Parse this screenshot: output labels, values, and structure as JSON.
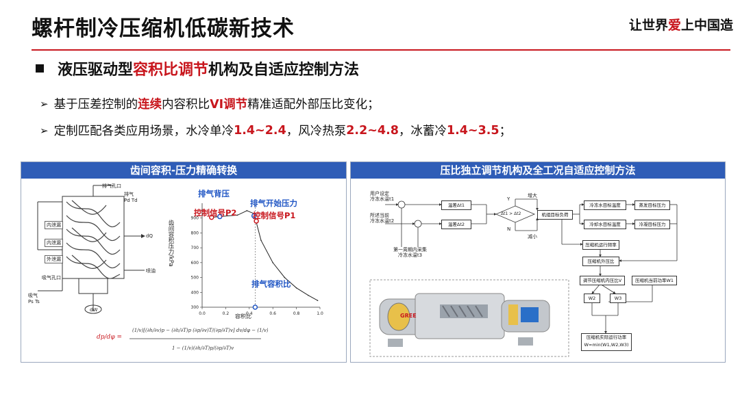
{
  "header": {
    "title": "螺杆制冷压缩机低碳新技术",
    "logo_parts": [
      "让世界",
      "爱",
      "上中国造"
    ]
  },
  "section": {
    "pre": "液压驱动型",
    "highlight": "容积比调节",
    "post": "机构及自适应控制方法"
  },
  "bullets": {
    "b1": {
      "t1": "基于压差控制的",
      "t2": "连续",
      "t3": "内容积比",
      "t4": "VI调节",
      "t5": "精准适配外部压比变化；"
    },
    "b2": {
      "t1": "定制匹配各类应用场景，水冷单冷",
      "v1": "1.4~2.4",
      "t2": "，风冷热泵",
      "v2": "2.2~4.8",
      "t3": "，冰蓄冷",
      "v3": "1.4~3.5",
      "t4": "；"
    }
  },
  "left_panel": {
    "title": "齿间容积-压力精确转换",
    "diagram_labels": {
      "exhaust_port": "排气孔口",
      "exhaust": "排气",
      "pd_td": "Pd Td",
      "inner_leak": "内泄漏",
      "outer_leak": "外泄漏",
      "dq": "dQ",
      "oil_inject": "喷油",
      "suction_port": "吸气孔口",
      "suction": "吸气",
      "ps_ts": "Ps Ts",
      "dw": "dW"
    },
    "annotations": {
      "exhaust_back": "排气背压",
      "exhaust_start": "排气开始压力",
      "signal_p2": "控制信号P2",
      "signal_p1": "控制信号P1",
      "exhaust_volume": "排气容积比"
    }
  },
  "chart_data": {
    "type": "line",
    "title": "",
    "xlabel": "容积比",
    "ylabel": "齿间容积压力/kPa",
    "xlim": [
      0.0,
      1.0
    ],
    "ylim": [
      300,
      1000
    ],
    "xticks": [
      "0.0",
      "0.2",
      "0.4",
      "0.6",
      "0.8",
      "1.0"
    ],
    "yticks": [
      "900",
      "800",
      "700",
      "600",
      "500",
      "400",
      "300"
    ],
    "series": [
      {
        "x": [
          0.08,
          0.15,
          0.3,
          0.38,
          0.44,
          0.5,
          0.6,
          0.7,
          0.8,
          0.9,
          0.98
        ],
        "y": [
          905,
          910,
          920,
          950,
          930,
          750,
          600,
          500,
          430,
          380,
          345
        ]
      }
    ]
  },
  "right_panel": {
    "title": "压比独立调节机构及全工况自适应控制方法",
    "nodes": {
      "user_set": "用户设定\n冷冻水温t1",
      "current_temp": "所述当前\n冷冻水温t2",
      "sample": "第一周期内采集\n冷冻水温t3",
      "diff1": "温差Δt1",
      "diff2": "温差Δt2",
      "compare": "Δt1 > Δt2",
      "unit_load": "机组目标负荷",
      "chw_target": "冷冻水目标温度",
      "evap_target": "蒸发目标压力",
      "cw_target": "冷却水目标温度",
      "cond_target": "冷凝目标压力",
      "comp_freq": "压缩机运行频率",
      "comp_ratio": "压缩机外压比",
      "adjust_vi": "调节压缩机内压比V",
      "comp_power": "压缩机当前功率W1",
      "w2": "W2",
      "w3": "W3",
      "actual_power": "压缩机实际运行功率\nW=min(W1,W2,W3)",
      "y": "Y",
      "n": "N",
      "increase": "增大",
      "decrease": "减小"
    },
    "brand": "GREE"
  }
}
